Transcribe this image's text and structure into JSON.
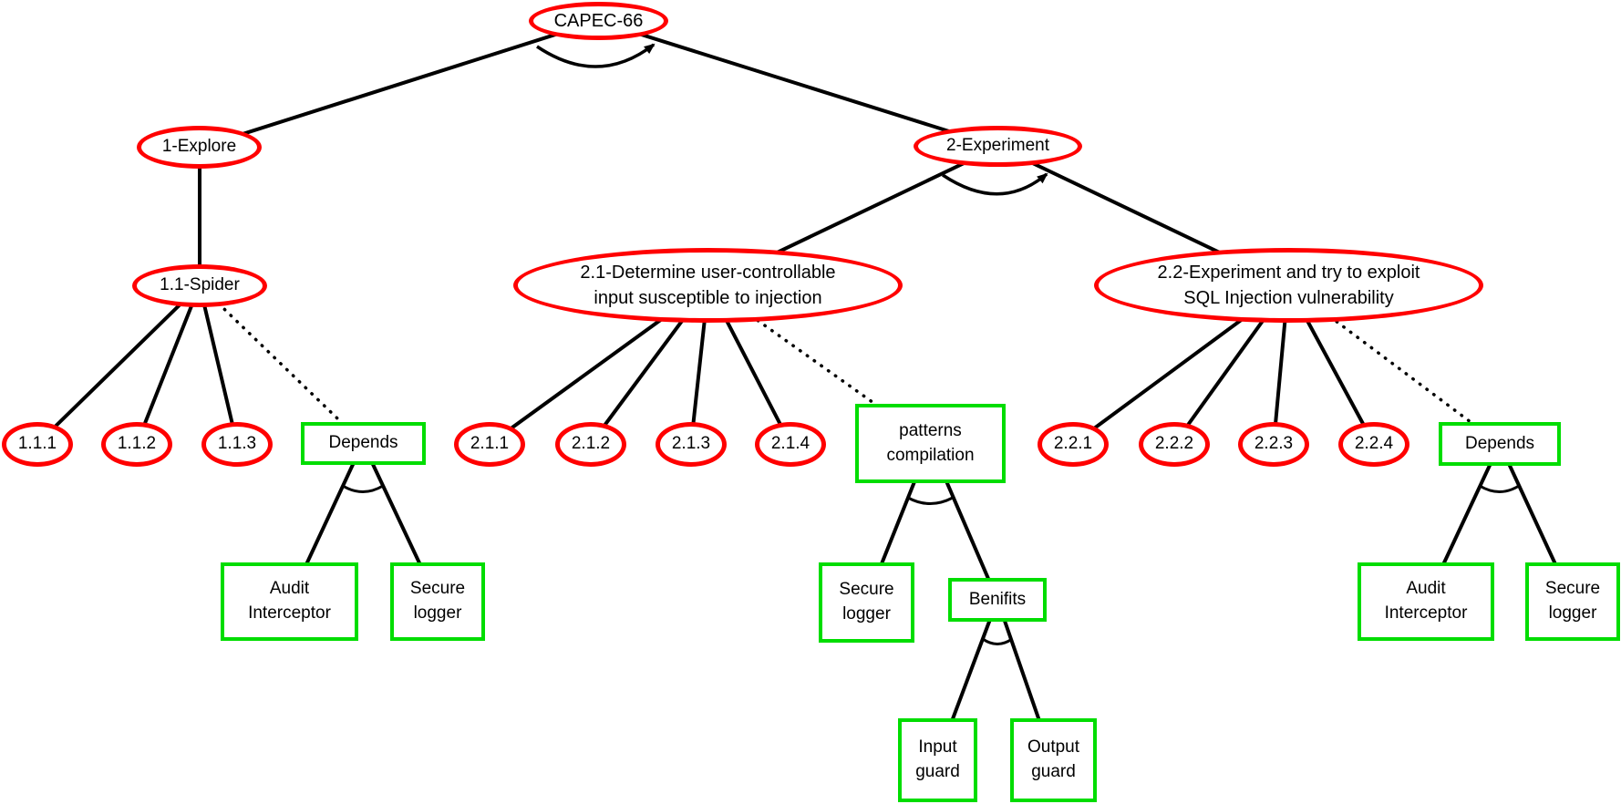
{
  "diagram_title": "CAPEC-66 SQL Injection attack tree with mitigation patterns",
  "colors": {
    "attack_node_stroke": "#ff0000",
    "pattern_node_stroke": "#00dd00",
    "edge": "#000000",
    "background": "#ffffff"
  },
  "nodes": {
    "capec66": "CAPEC-66",
    "explore": "1-Explore",
    "spider": "1.1-Spider",
    "s111": "1.1.1",
    "s112": "1.1.2",
    "s113": "1.1.3",
    "depends_left": "Depends",
    "audit_left": "Audit\nInterceptor",
    "secure_left": "Secure\nlogger",
    "experiment": "2-Experiment",
    "determine": "2.1-Determine user-controllable\ninput susceptible to injection",
    "d211": "2.1.1",
    "d212": "2.1.2",
    "d213": "2.1.3",
    "d214": "2.1.4",
    "patterns": "patterns\ncompilation",
    "secure_mid": "Secure\nlogger",
    "benifits": "Benifits",
    "input_guard": "Input\nguard",
    "output_guard": "Output\nguard",
    "exploit": "2.2-Experiment and try to exploit\nSQL Injection vulnerability",
    "e221": "2.2.1",
    "e222": "2.2.2",
    "e223": "2.2.3",
    "e224": "2.2.4",
    "depends_right": "Depends",
    "audit_right": "Audit\nInterceptor",
    "secure_right": "Secure\nlogger"
  }
}
